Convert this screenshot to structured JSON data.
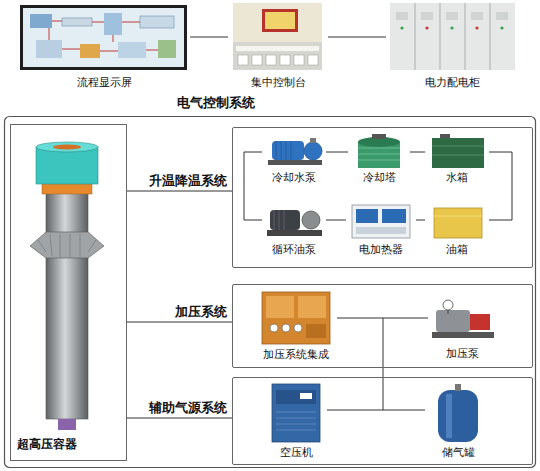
{
  "diagram": {
    "nodes": [
      {
        "text": [
          "流程显示屏"
        ]
      },
      {
        "text": [
          "集中控制台"
        ]
      },
      {
        "text": [
          "电力配电柜"
        ]
      },
      {
        "text": [
          "超高压容器"
        ]
      },
      {
        "text": [
          "升温降温系统"
        ]
      },
      {
        "text": [
          "冷却水泵"
        ],
        "in": 4
      },
      {
        "text": [
          "冷却塔"
        ],
        "in": 4
      },
      {
        "text": [
          "水箱"
        ],
        "in": 4
      },
      {
        "text": [
          "循环油泵"
        ],
        "in": 4
      },
      {
        "text": [
          "电加热器"
        ],
        "in": 4
      },
      {
        "text": [
          "油箱"
        ],
        "in": 4
      },
      {
        "text": [
          "加压系统"
        ]
      },
      {
        "text": [
          "加压系统集成"
        ],
        "in": 11
      },
      {
        "text": [
          "加压泵"
        ],
        "in": 11
      },
      {
        "text": [
          "辅助气源系统"
        ]
      },
      {
        "text": [
          "空压机"
        ],
        "in": 14
      },
      {
        "text": [
          "储气罐"
        ],
        "in": 14
      }
    ],
    "edges": [
      {
        "from": 0,
        "to": 1,
        "arrow": "none"
      },
      {
        "from": 1,
        "to": 2,
        "arrow": "none"
      },
      {
        "from": 3,
        "to": 4,
        "arrow": "none"
      },
      {
        "from": 3,
        "to": 11,
        "arrow": "none"
      },
      {
        "from": 3,
        "to": 14,
        "arrow": "none"
      },
      {
        "from": 5,
        "to": 6,
        "arrow": "none"
      },
      {
        "from": 6,
        "to": 7,
        "arrow": "none"
      },
      {
        "from": 8,
        "to": 9,
        "arrow": "none"
      },
      {
        "from": 9,
        "to": 10,
        "arrow": "none"
      },
      {
        "from": 5,
        "to": 8,
        "arrow": "none"
      },
      {
        "from": 7,
        "to": 10,
        "arrow": "none"
      },
      {
        "from": 12,
        "to": 13,
        "arrow": "none"
      },
      {
        "from": 15,
        "to": 16,
        "arrow": "none"
      },
      {
        "from": 11,
        "to": 14,
        "arrow": "none"
      }
    ],
    "labels": [
      "电气控制系统"
    ]
  }
}
